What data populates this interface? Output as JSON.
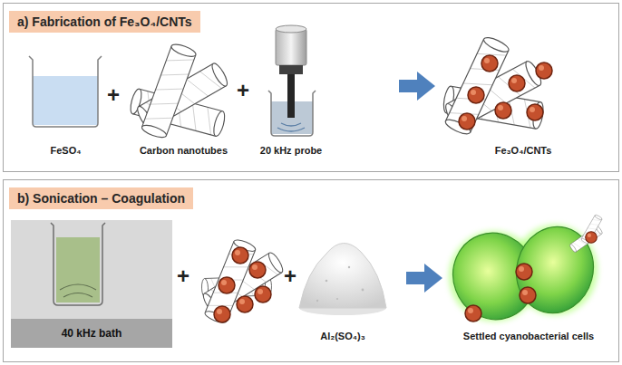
{
  "diagram": {
    "nodes": [
      {
        "text": [
          "a) Fabrication of Fe₃O₄/CNTs"
        ]
      },
      {
        "text": [
          "FeSO₄"
        ],
        "in": 0
      },
      {
        "text": [
          "Carbon nanotubes"
        ],
        "in": 0
      },
      {
        "text": [
          "20 kHz probe"
        ],
        "in": 0
      },
      {
        "text": [
          "Fe₃O₄/CNTs"
        ],
        "in": 0
      },
      {
        "text": [
          "b) Sonication – Coagulation"
        ]
      },
      {
        "text": [
          "40 kHz bath"
        ],
        "in": 5
      },
      {
        "text": [
          "Al₂(SO₄)₃"
        ],
        "in": 5
      },
      {
        "text": [
          "Settled cyanobacterial cells"
        ],
        "in": 5
      }
    ],
    "edges": [
      {
        "from": 3,
        "to": 4,
        "arrow": "to"
      },
      {
        "from": 7,
        "to": 8,
        "arrow": "to"
      }
    ],
    "labels": [
      "+",
      "+",
      "+",
      "+"
    ]
  }
}
